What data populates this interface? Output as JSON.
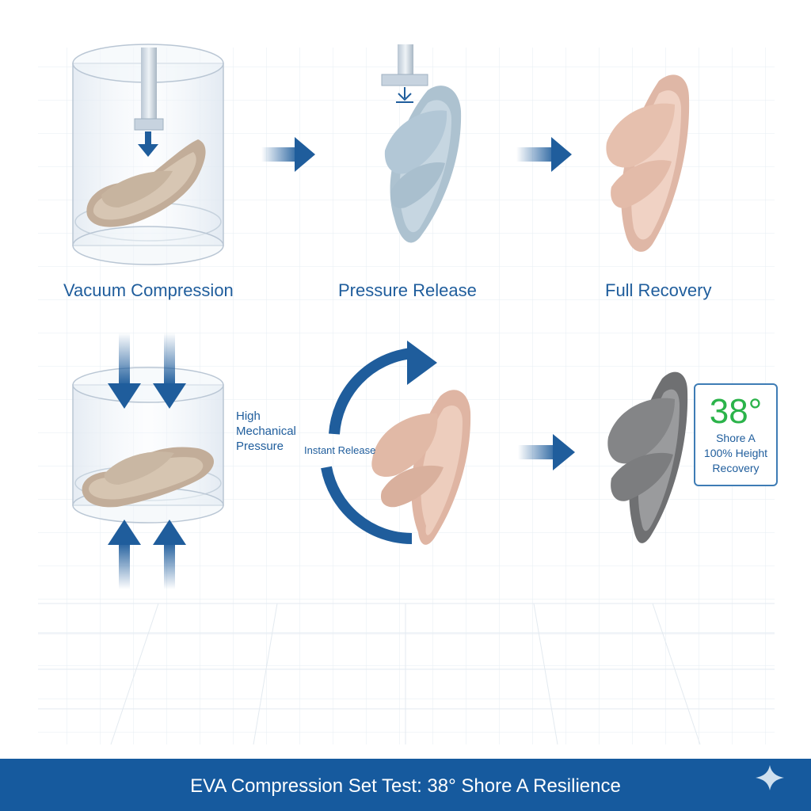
{
  "stages": {
    "vacuum_compression": "Vacuum Compression",
    "pressure_release": "Pressure Release",
    "full_recovery": "Full Recovery"
  },
  "annotations": {
    "high_pressure": "High\nMechanical\nPressure",
    "instant_release": "Instant Release"
  },
  "spec_box": {
    "hardness": "38°",
    "scale": "Shore A",
    "recovery_line1": "100% Height",
    "recovery_line2": "Recovery"
  },
  "footer": {
    "title": "EVA Compression Set Test: 38° Shore A Resilience"
  },
  "colors": {
    "accent_blue": "#1f5d9c",
    "footer_blue": "#165a9e",
    "hardness_green": "#2bb34a",
    "slipper_beige": "#c9b7a6",
    "slipper_light_blue": "#b8ccd8",
    "slipper_pink": "#e8c4b4",
    "slipper_gray": "#8c8c8e"
  },
  "icons": [
    "down-arrow-icon",
    "up-arrow-icon",
    "right-arrow-icon",
    "circular-arrow-icon",
    "sparkle-icon"
  ]
}
